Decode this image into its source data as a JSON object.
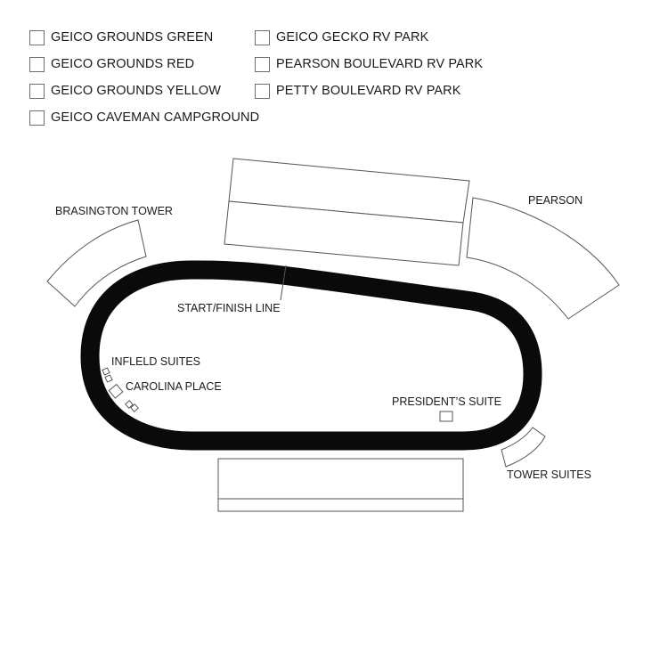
{
  "legend": {
    "items": [
      {
        "label": "GEICO GROUNDS GREEN",
        "checked": false
      },
      {
        "label": "GEICO GROUNDS RED",
        "checked": false
      },
      {
        "label": "GEICO GROUNDS YELLOW",
        "checked": false
      },
      {
        "label": "GEICO CAVEMAN CAMPGROUND",
        "checked": false
      },
      {
        "label": "GEICO GECKO RV PARK",
        "checked": false
      },
      {
        "label": "PEARSON BOULEVARD RV PARK",
        "checked": false
      },
      {
        "label": "PETTY BOULEVARD RV PARK",
        "checked": false
      }
    ]
  },
  "map": {
    "labels": {
      "brasington_tower": "BRASINGTON TOWER",
      "pearson": "PEARSON",
      "start_finish_line": "START/FINISH LINE",
      "infield_suites": "INFLELD SUITES",
      "carolina_place": "CAROLINA PLACE",
      "presidents_suite": "PRESIDENT’S SUITE",
      "tower_suites": "TOWER SUITES"
    },
    "colors": {
      "track": "#0a0a0a",
      "section_stroke": "#555555",
      "background": "#ffffff"
    }
  }
}
